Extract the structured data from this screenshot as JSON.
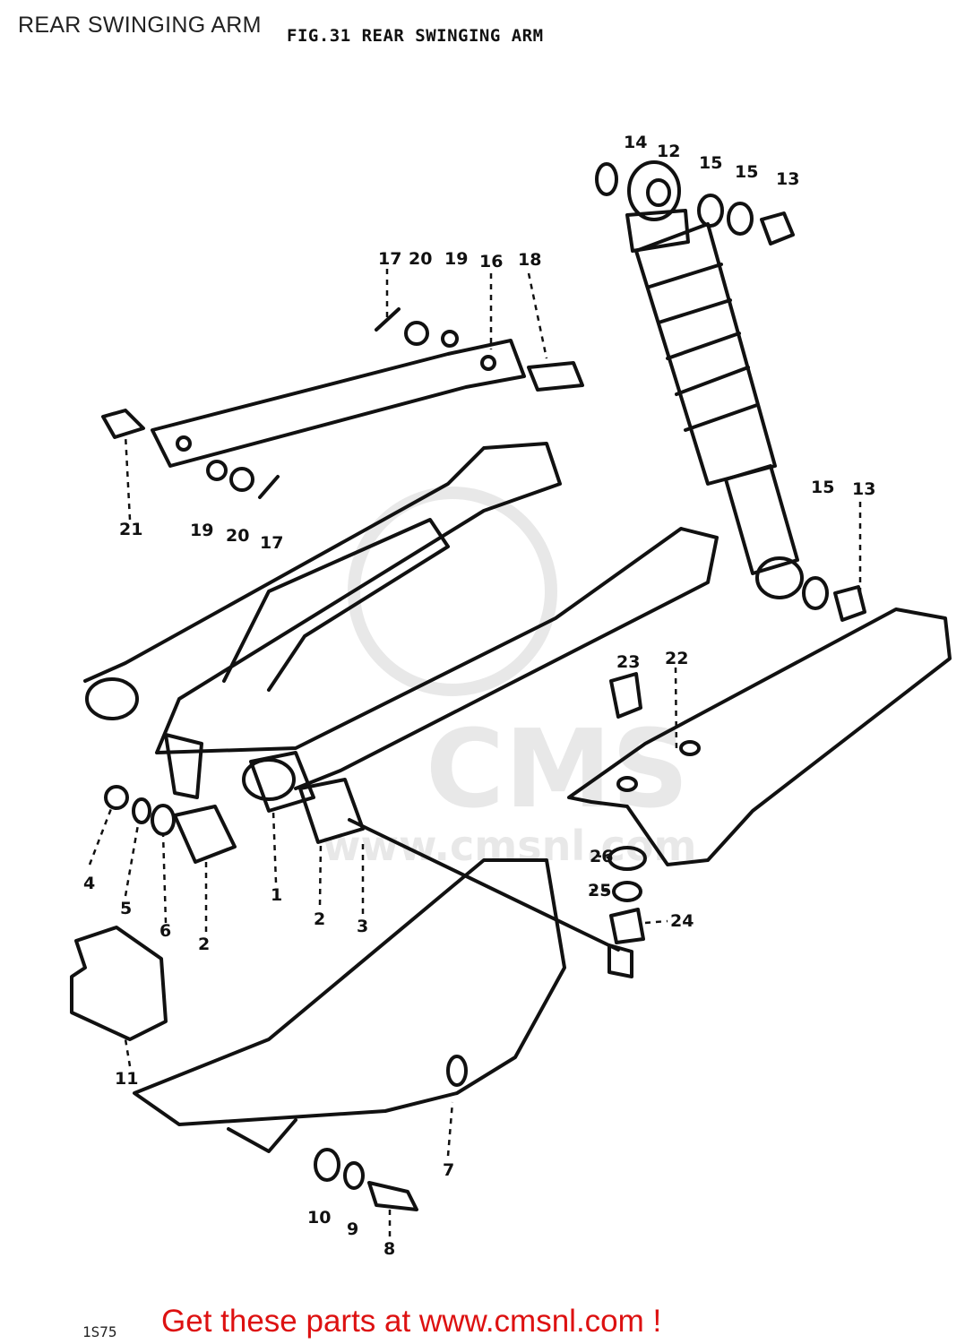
{
  "caption": "REAR SWINGING ARM",
  "figure_title": "FIG.31  REAR SWINGING ARM",
  "footer_link": "Get these parts at www.cmsnl.com !",
  "page_code": "1S75",
  "watermark": {
    "brand": "CMS",
    "url": "www.cmsnl.com"
  },
  "colors": {
    "ink": "#111111",
    "footer": "#dd1111",
    "watermark": "#d6d6d6"
  },
  "callouts": {
    "c1": "1",
    "c2a": "2",
    "c2b": "2",
    "c3": "3",
    "c4": "4",
    "c5": "5",
    "c6": "6",
    "c7": "7",
    "c8": "8",
    "c9": "9",
    "c10": "10",
    "c11": "11",
    "c12": "12",
    "c13a": "13",
    "c13b": "13",
    "c14": "14",
    "c15a": "15",
    "c15b": "15",
    "c15c": "15",
    "c16": "16",
    "c17a": "17",
    "c17b": "17",
    "c18": "18",
    "c19a": "19",
    "c19b": "19",
    "c20a": "20",
    "c20b": "20",
    "c21": "21",
    "c22": "22",
    "c23": "23",
    "c24": "24",
    "c25": "25",
    "c26": "26"
  }
}
